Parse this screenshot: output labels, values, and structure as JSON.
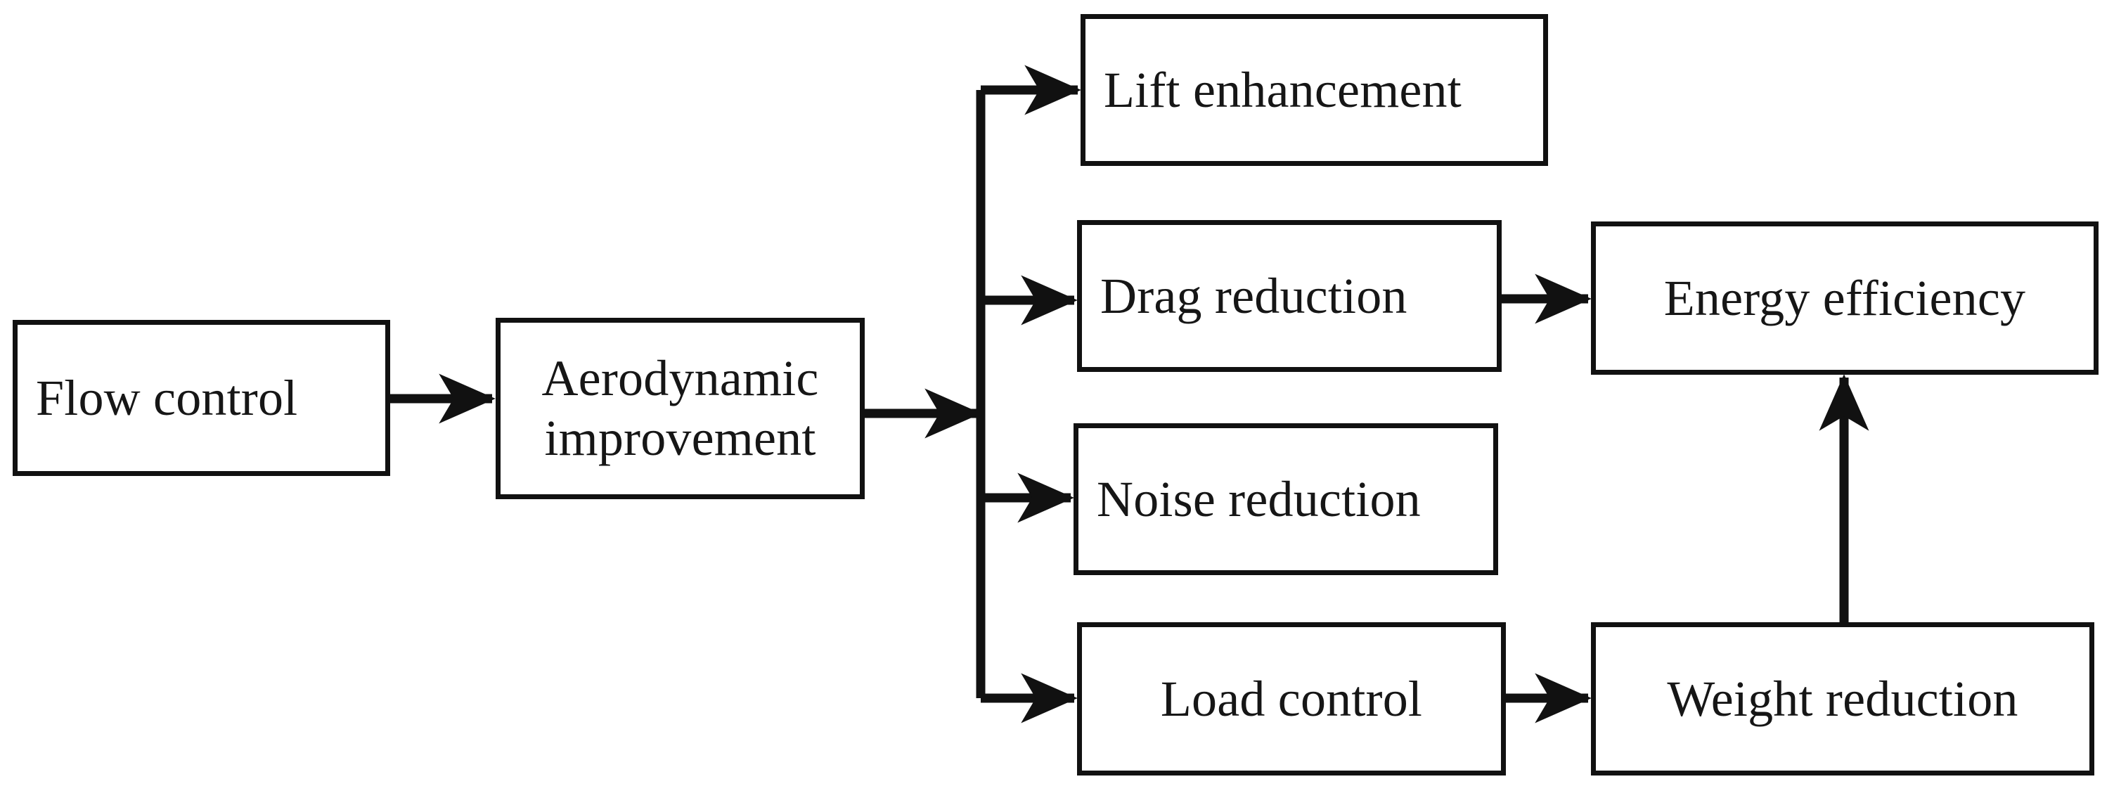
{
  "diagram": {
    "title": "Flow control benefits flowchart",
    "style": {
      "background": "#ffffff",
      "box_border_color": "#111111",
      "text_color": "#161616",
      "line_color": "#111111"
    },
    "nodes": [
      {
        "id": "flow-control",
        "label": "Flow control"
      },
      {
        "id": "aerodynamic",
        "label": "Aerodynamic\nimprovement"
      },
      {
        "id": "lift",
        "label": "Lift enhancement"
      },
      {
        "id": "drag",
        "label": "Drag reduction"
      },
      {
        "id": "noise",
        "label": "Noise reduction"
      },
      {
        "id": "load",
        "label": "Load control"
      },
      {
        "id": "energy",
        "label": "Energy efficiency"
      },
      {
        "id": "weight",
        "label": "Weight reduction"
      }
    ],
    "edges": [
      {
        "id": "e1",
        "from": "flow-control",
        "to": "aerodynamic",
        "kind": "arrow-right"
      },
      {
        "id": "e2",
        "from": "aerodynamic",
        "to": "branch-trunk",
        "kind": "arrow-right"
      },
      {
        "id": "e3",
        "from": "branch-trunk",
        "to": "lift",
        "kind": "arrow-right"
      },
      {
        "id": "e4",
        "from": "branch-trunk",
        "to": "drag",
        "kind": "arrow-right"
      },
      {
        "id": "e5",
        "from": "branch-trunk",
        "to": "noise",
        "kind": "arrow-right"
      },
      {
        "id": "e6",
        "from": "branch-trunk",
        "to": "load",
        "kind": "arrow-right"
      },
      {
        "id": "e7",
        "from": "drag",
        "to": "energy",
        "kind": "arrow-right"
      },
      {
        "id": "e8",
        "from": "load",
        "to": "weight",
        "kind": "arrow-right"
      },
      {
        "id": "e9",
        "from": "weight",
        "to": "energy",
        "kind": "arrow-up"
      }
    ]
  }
}
